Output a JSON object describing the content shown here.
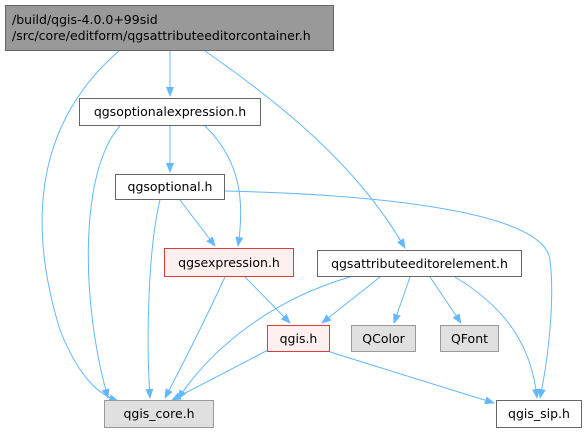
{
  "colors": {
    "edge": "#63b8ff",
    "node_border": "#666666",
    "root_fill": "#999999",
    "external_fill": "#e0e0e0",
    "highlight_border": "#e03a3a",
    "highlight_fill": "#fff0f0"
  },
  "nodes": {
    "root_line1": "/build/qgis-4.0.0+99sid",
    "root_line2": "/src/core/editform/qgsattributeeditorcontainer.h",
    "optionalexpression": "qgsoptionalexpression.h",
    "optional": "qgsoptional.h",
    "expression": "qgsexpression.h",
    "attributeeditorelement": "qgsattributeeditorelement.h",
    "qgis": "qgis.h",
    "qcolor": "QColor",
    "qfont": "QFont",
    "core": "qgis_core.h",
    "sip": "qgis_sip.h"
  }
}
